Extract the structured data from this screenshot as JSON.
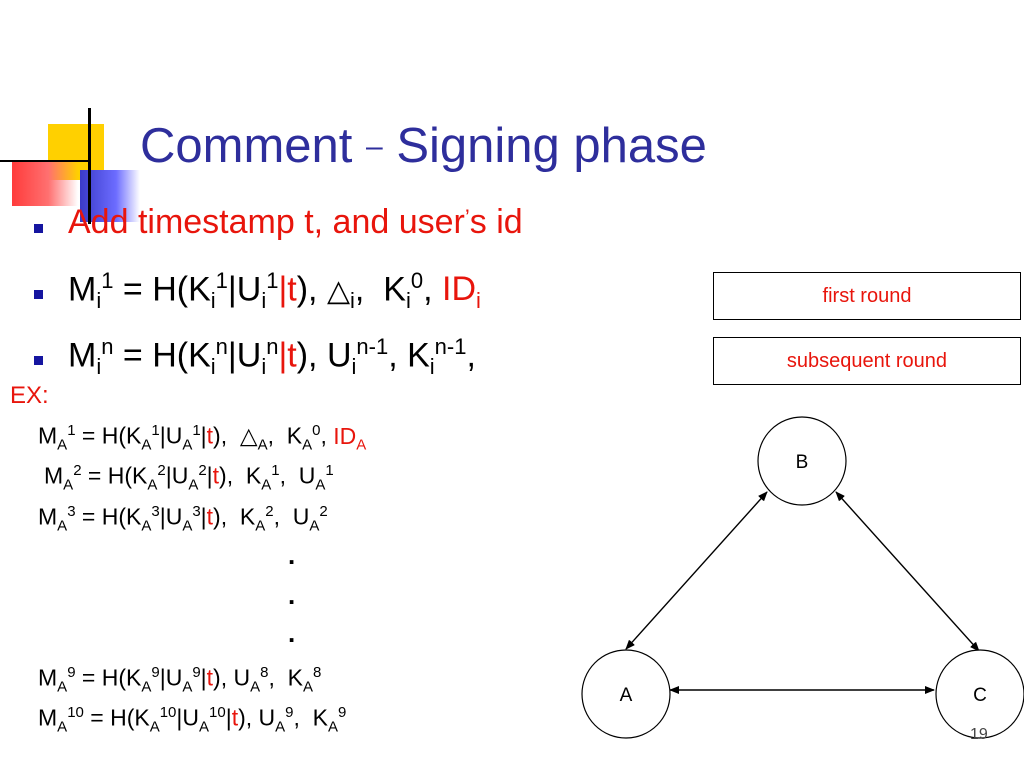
{
  "title": {
    "main": "Comment ",
    "dash": "–",
    "rest": " Signing phase"
  },
  "bullets": {
    "b1": "Add timestamp t, and user",
    "b1_apos": "’",
    "b1_end": "s id"
  },
  "boxes": {
    "first": "first round",
    "subsequent": "subsequent round"
  },
  "ex_label": "EX:",
  "diagram": {
    "nodes": {
      "A": "A",
      "B": "B",
      "C": "C"
    }
  },
  "page_number": "19",
  "colors": {
    "title": "#2e2e9c",
    "accent": "#e8150c",
    "bullet": "#1515a0"
  }
}
